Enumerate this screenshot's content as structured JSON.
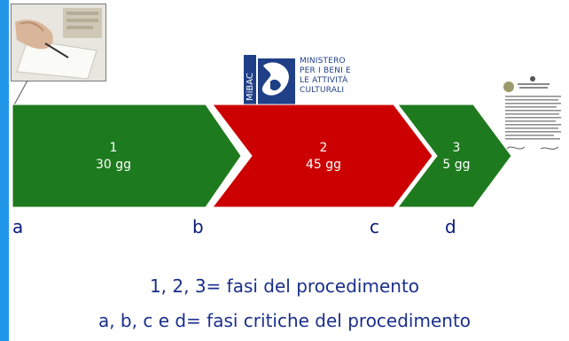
{
  "phases": [
    {
      "number": "1",
      "duration": "30 gg",
      "color": "#1e7a1e"
    },
    {
      "number": "2",
      "duration": "45 gg",
      "color": "#cc0000"
    },
    {
      "number": "3",
      "duration": "5 gg",
      "color": "#1e7a1e"
    }
  ],
  "milestones": [
    "a",
    "b",
    "c",
    "d"
  ],
  "ministry": {
    "acronym": "MiBAC",
    "lines": [
      "MINISTERO",
      "PER I BENI E",
      "LE ATTIVITÀ",
      "CULTURALI"
    ]
  },
  "legend": {
    "line1": "1, 2, 3= fasi del procedimento",
    "line2": "a, b, c e d= fasi critiche del procedimento"
  },
  "accent_color": "#2196e8",
  "text_color": "#1a2f8a"
}
